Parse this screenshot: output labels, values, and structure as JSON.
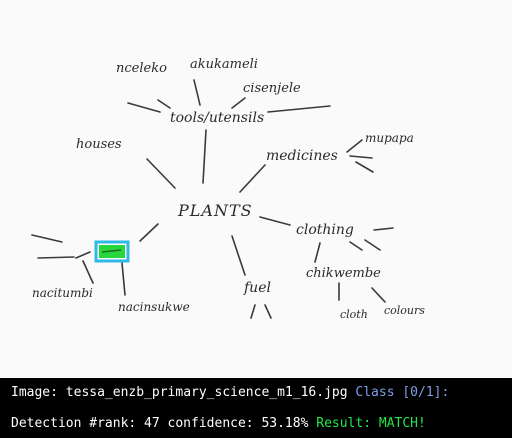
{
  "photo": {
    "center_label": "PLANTS",
    "labels": {
      "tools": "tools/utensils",
      "ncelelo": "nceleko",
      "akukameli": "akukameli",
      "cisenjele": "cisenjele",
      "houses": "houses",
      "medicines": "medicines",
      "mupapa": "mupapa",
      "clothing": "clothing",
      "chikwembe": "chikwembe",
      "cloth": "cloth",
      "colours": "colours",
      "fuel": "fuel",
      "nacitumbi": "nacitumbi",
      "nacinsukwe": "nacinsukwe"
    },
    "detection_box": {
      "color": "#30b8e8",
      "fill": "#26d63a"
    }
  },
  "overlay": {
    "image_prefix": "Image: ",
    "image_name": "tessa_enzb_primary_science_m1_16.jpg",
    "class_text": "Class [0/1]:",
    "detection_text": "Detection #rank: 47 confidence: 53.18%",
    "result_text": "Result: MATCH!",
    "colors": {
      "class": "#7d9ee8",
      "result": "#22e64a",
      "background": "#000000"
    }
  }
}
